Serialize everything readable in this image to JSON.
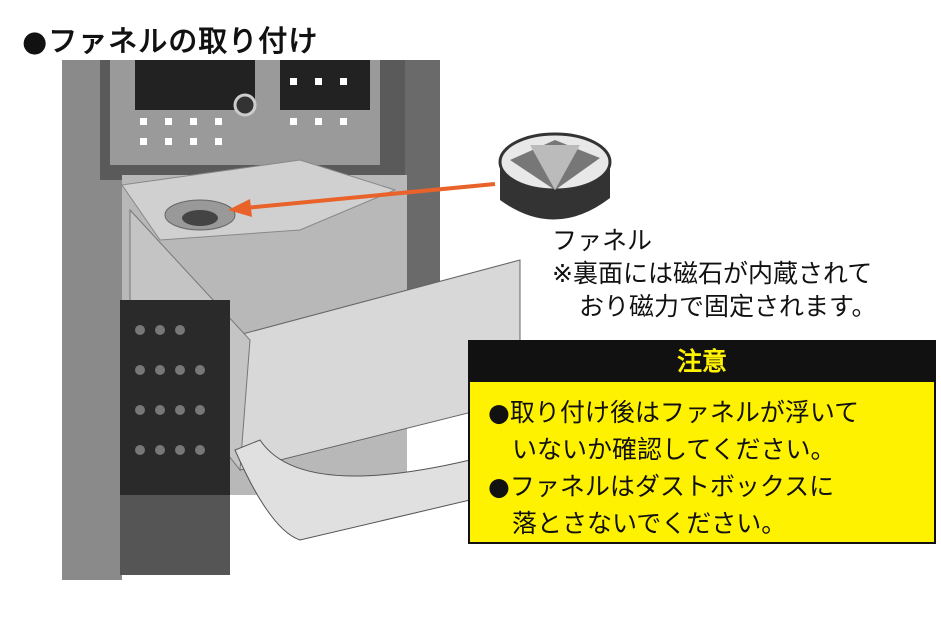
{
  "title": "●ファネルの取り付け",
  "funnel_label": {
    "name": "ファネル",
    "note_line1": "※裏面には磁石が内蔵されて",
    "note_line2": "おり磁力で固定されます。"
  },
  "caution": {
    "heading": "注意",
    "item1_line1": "●取り付け後はファネルが浮いて",
    "item1_line2": "いないか確認してください。",
    "item2_line1": "●ファネルはダストボックスに",
    "item2_line2": "落とさないでください。"
  },
  "colors": {
    "arrow": "#e8622a",
    "caution_bg": "#fff200",
    "caution_head": "#111111"
  }
}
